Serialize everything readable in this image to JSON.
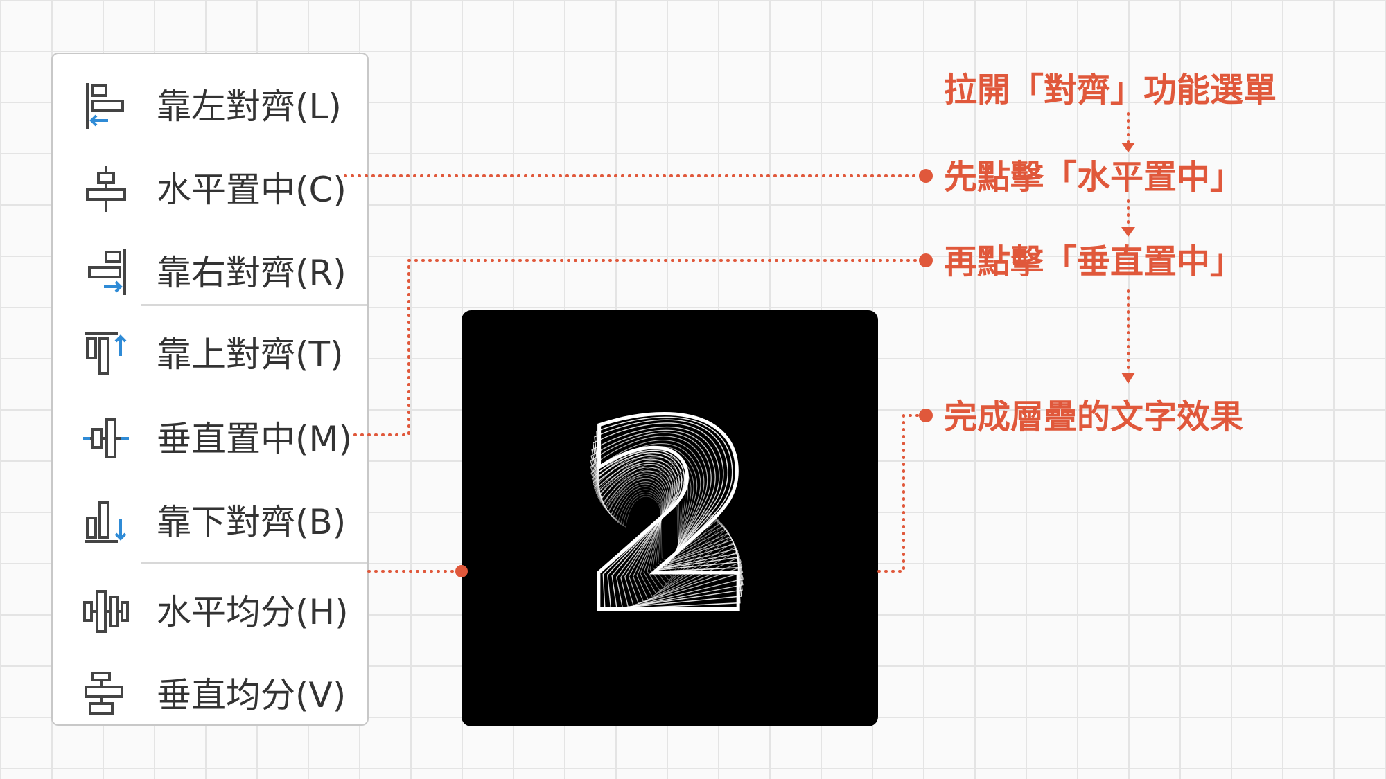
{
  "menu": {
    "items": [
      {
        "label": "靠左對齊(L)",
        "icon": "align-left-icon"
      },
      {
        "label": "水平置中(C)",
        "icon": "align-center-horizontal-icon"
      },
      {
        "label": "靠右對齊(R)",
        "icon": "align-right-icon"
      },
      {
        "label": "靠上對齊(T)",
        "icon": "align-top-icon"
      },
      {
        "label": "垂直置中(M)",
        "icon": "align-middle-vertical-icon"
      },
      {
        "label": "靠下對齊(B)",
        "icon": "align-bottom-icon"
      },
      {
        "label": "水平均分(H)",
        "icon": "distribute-horizontal-icon"
      },
      {
        "label": "垂直均分(V)",
        "icon": "distribute-vertical-icon"
      }
    ]
  },
  "preview": {
    "glyph": "2",
    "background": "#000000",
    "stroke": "#ffffff"
  },
  "annotations": {
    "step1": "拉開「對齊」功能選單",
    "step2": "先點擊「水平置中」",
    "step3": "再點擊「垂直置中」",
    "step4": "完成層疊的文字效果"
  },
  "colors": {
    "accent": "#e0583b",
    "icon_dark": "#444444",
    "icon_blue": "#2f8bd6"
  }
}
